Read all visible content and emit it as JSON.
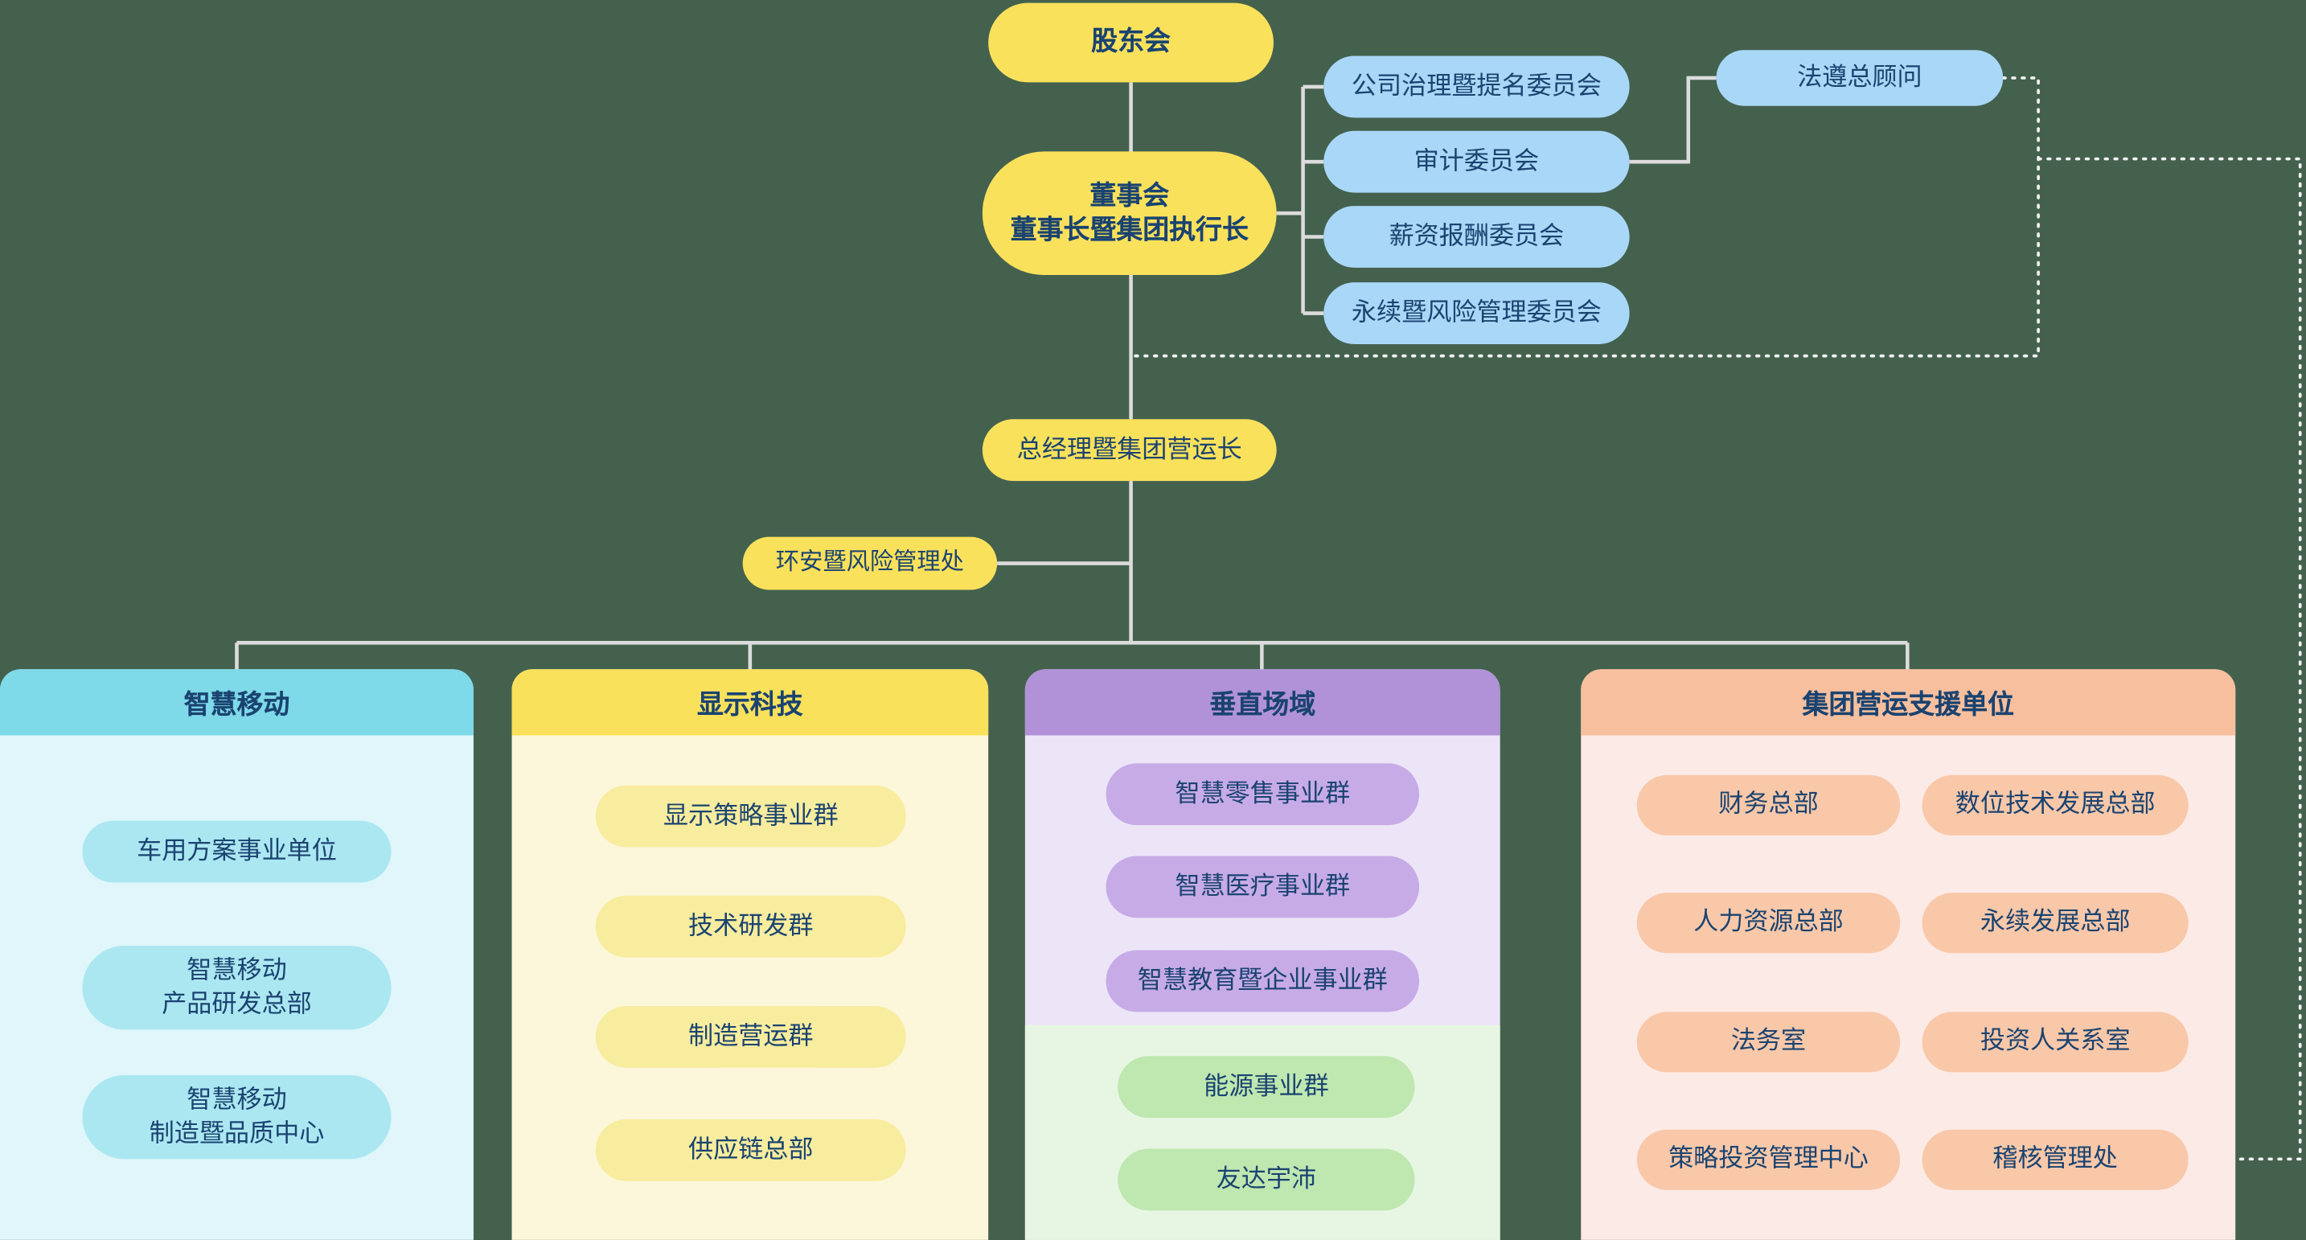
{
  "colors": {
    "background": "#44614E",
    "text": "#1A4370",
    "solid_line": "#DCDCDC",
    "dotted_line": "#F3F3F3",
    "yellow": "#F9E15C",
    "light_blue": "#A9D7F7",
    "cyan_header": "#7ED9E8",
    "cyan_pill": "#ABE7F1",
    "yellow_pill": "#F8EC9E",
    "purple_header": "#B192D8",
    "purple_pill": "#C7ABE7",
    "green_pill": "#BFE7B0",
    "salmon_header": "#F7BF9E",
    "salmon_pill": "#F9C8A9"
  },
  "nodes": {
    "shareholders": "股东会",
    "board": {
      "line1": "董事会",
      "line2": "董事长暨集团执行长"
    },
    "committees": [
      "公司治理暨提名委员会",
      "审计委员会",
      "薪资报酬委员会",
      "永续暨风险管理委员会"
    ],
    "compliance": "法遵总顾问",
    "president": "总经理暨集团营运长",
    "esh": "环安暨风险管理处"
  },
  "cards": [
    {
      "title": "智慧移动",
      "items": [
        {
          "l1": "车用方案事业单位"
        },
        {
          "l1": "智慧移动",
          "l2": "产品研发总部"
        },
        {
          "l1": "智慧移动",
          "l2": "制造暨品质中心"
        }
      ]
    },
    {
      "title": "显示科技",
      "items": [
        "显示策略事业群",
        "技术研发群",
        "制造营运群",
        "供应链总部"
      ]
    },
    {
      "title": "垂直场域",
      "items": [
        "智慧零售事业群",
        "智慧医疗事业群",
        "智慧教育暨企业事业群"
      ],
      "green": [
        "能源事业群",
        "友达宇沛"
      ]
    },
    {
      "title": "集团营运支援单位",
      "left": [
        "财务总部",
        "人力资源总部",
        "法务室",
        "策略投资管理中心"
      ],
      "right": [
        "数位技术发展总部",
        "永续发展总部",
        "投资人关系室",
        "稽核管理处"
      ]
    }
  ]
}
